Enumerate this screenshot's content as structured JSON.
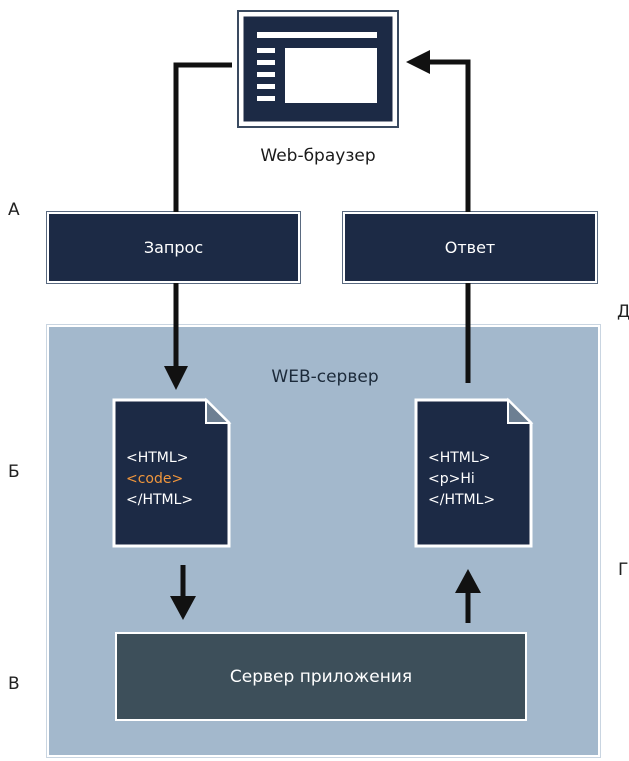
{
  "side_letters": {
    "a": "А",
    "b": "Б",
    "v": "В",
    "g": "Г",
    "d": "Д"
  },
  "browser": {
    "label": "Web-браузер"
  },
  "request": {
    "label": "Запрос"
  },
  "response": {
    "label": "Ответ"
  },
  "web_server": {
    "title": "WEB-сервер"
  },
  "doc_left": {
    "lines": [
      "<HTML>",
      "<code>",
      "</HTML>"
    ]
  },
  "doc_right": {
    "lines": [
      "<HTML>",
      "<p>Hi",
      "</HTML>"
    ]
  },
  "app_server": {
    "label": "Сервер приложения"
  },
  "colors": {
    "navy": "#1c2a45",
    "server_panel": "#a3b8cc",
    "app_server": "#3d4f5a",
    "code_accent": "#f0963c",
    "arrow": "#111111"
  },
  "icons": [
    "browser-window-icon",
    "document-icon",
    "arrow-icon"
  ]
}
